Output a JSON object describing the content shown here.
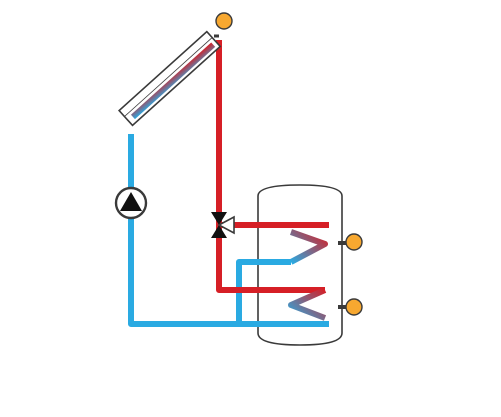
{
  "diagram": {
    "type": "solar-thermal-system-schematic",
    "components": {
      "solar_collector": {
        "icon": "solar-collector-panel"
      },
      "circulation_pump": {
        "icon": "pump-symbol"
      },
      "diverter_valve": {
        "icon": "three-way-valve-symbol"
      },
      "storage_tank": {
        "icon": "storage-tank"
      },
      "upper_coil": {
        "icon": "heat-exchanger-coil"
      },
      "lower_coil": {
        "icon": "heat-exchanger-coil"
      },
      "sensors": [
        {
          "icon": "temperature-sensor-collector"
        },
        {
          "icon": "temperature-sensor-upper"
        },
        {
          "icon": "temperature-sensor-lower"
        }
      ]
    },
    "colors": {
      "hot_pipe": "#D61F26",
      "cold_pipe": "#2AAAE2",
      "sensor_fill": "#F7A830",
      "outline": "#3a3a3a",
      "tank_fill": "#ffffff",
      "collector_frame": "#ffffff",
      "background": "#ffffff"
    }
  }
}
